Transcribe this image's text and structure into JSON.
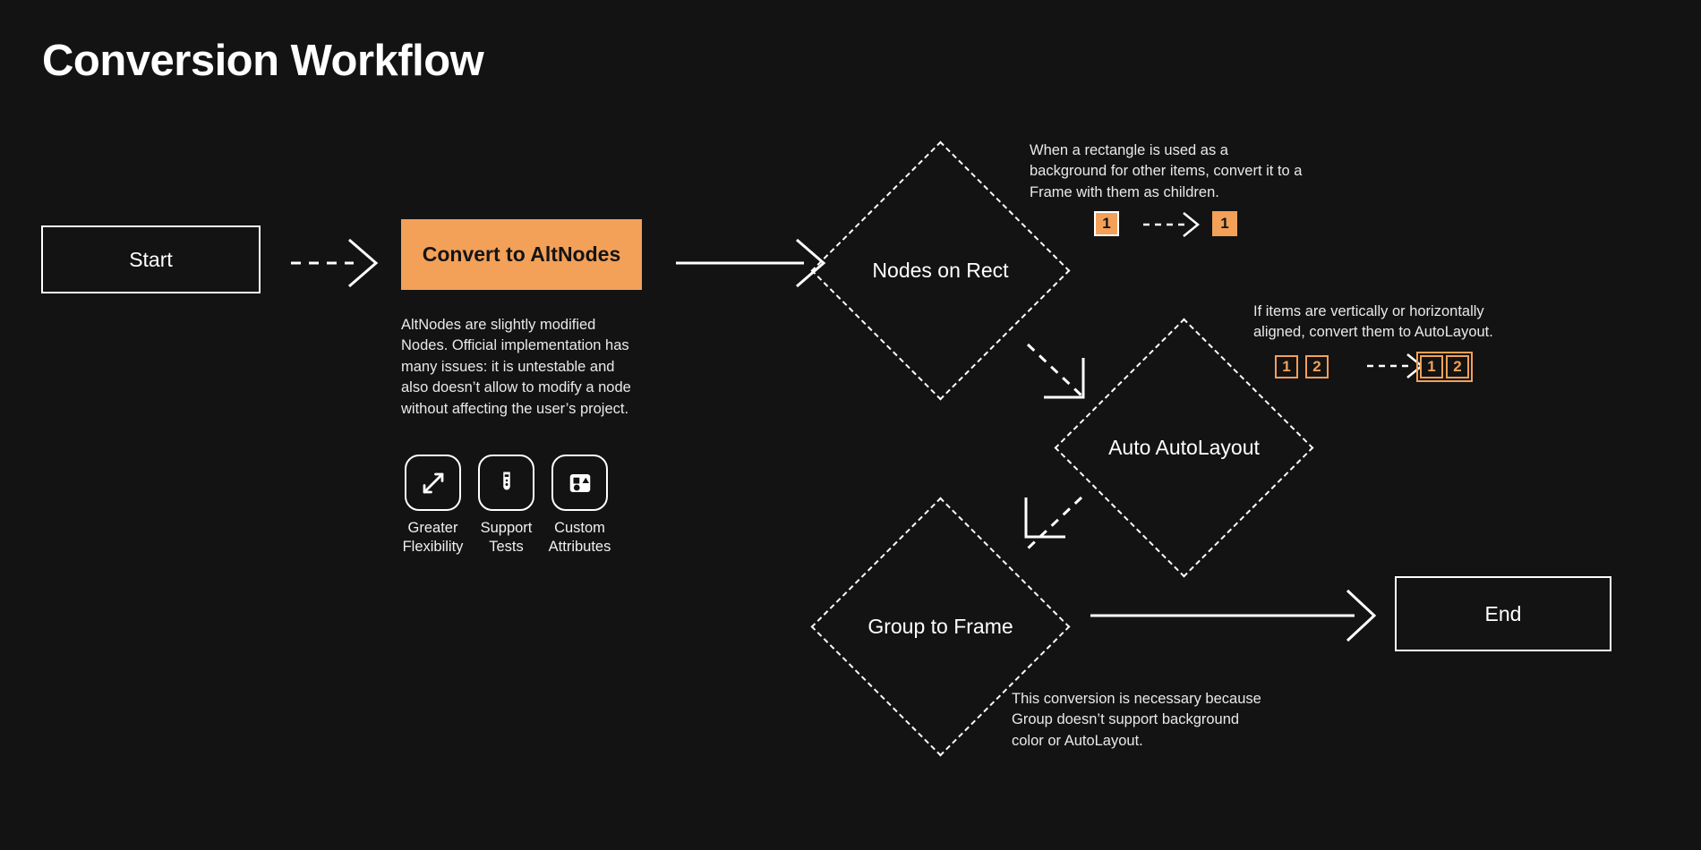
{
  "page": {
    "title": "Conversion Workflow",
    "background_color": "#131313",
    "accent_color": "#F3A059",
    "line_color": "#FFFFFF"
  },
  "nodes": {
    "start": {
      "label": "Start",
      "shape": "rectangle"
    },
    "convert": {
      "label": "Convert to AltNodes",
      "shape": "rectangle",
      "fill": "#F3A059"
    },
    "nodes_on_rect": {
      "label": "Nodes on Rect",
      "shape": "diamond"
    },
    "auto_autolayout": {
      "label": "Auto AutoLayout",
      "shape": "diamond"
    },
    "group_to_frame": {
      "label": "Group to Frame",
      "shape": "diamond"
    },
    "end": {
      "label": "End",
      "shape": "rectangle"
    }
  },
  "annotations": {
    "altnodes": "AltNodes are slightly modified Nodes. Official implementation has many issues: it is untestable and also doesn’t allow to modify a node without affecting the user’s project.",
    "nodes_on_rect": "When a rectangle is used as a background for other items, convert it to a Frame with them as children.",
    "auto_autolayout": "If items are vertically or horizontally aligned, convert them to AutoLayout.",
    "group_to_frame": "This conversion is necessary because Group doesn’t support background color or AutoLayout."
  },
  "features": [
    {
      "icon": "expand-arrows-icon",
      "label_line1": "Greater",
      "label_line2": "Flexibility"
    },
    {
      "icon": "test-tube-icon",
      "label_line1": "Support",
      "label_line2": "Tests"
    },
    {
      "icon": "shapes-icon",
      "label_line1": "Custom",
      "label_line2": "Attributes"
    }
  ],
  "mini_illustrations": {
    "nodes_on_rect": {
      "before": [
        "1"
      ],
      "after": [
        "1"
      ]
    },
    "auto_autolayout": {
      "before": [
        "1",
        "2"
      ],
      "after": [
        "1",
        "2"
      ]
    }
  }
}
